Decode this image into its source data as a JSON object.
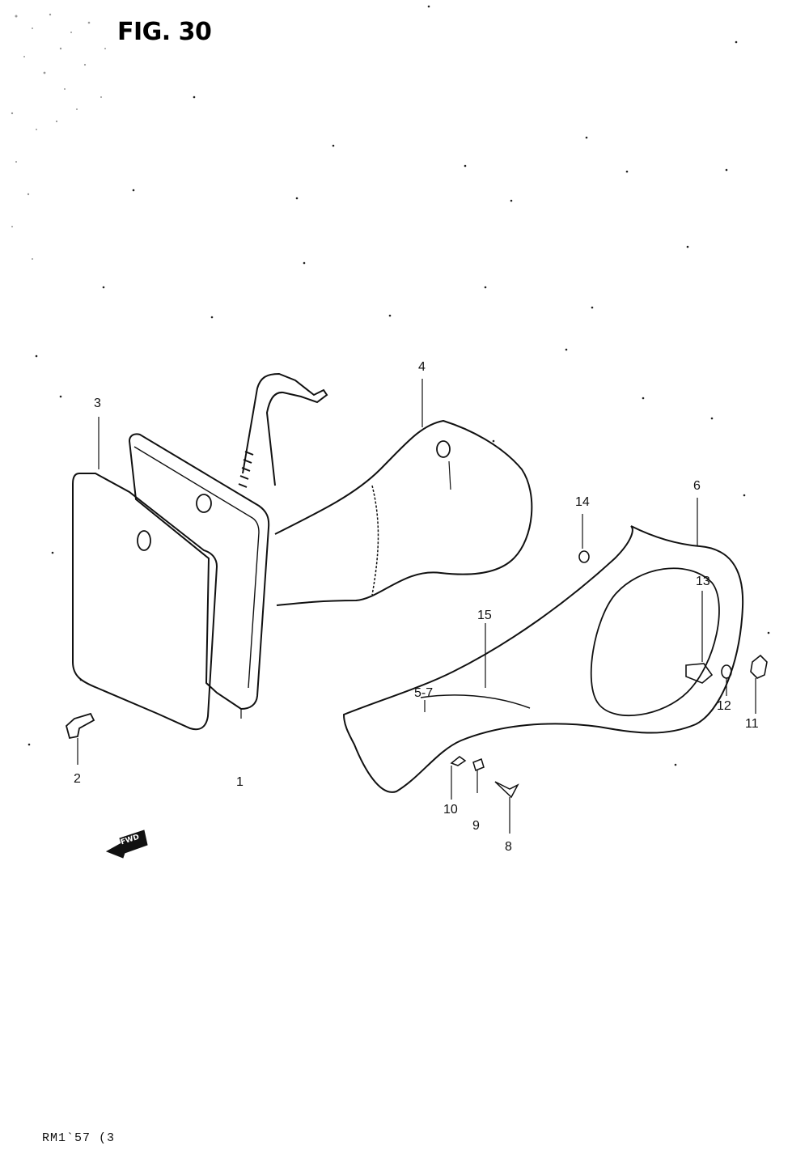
{
  "figure": {
    "title": "FIG. 30",
    "fwd_label": "FWD",
    "footer_code": "RM1`57 (3"
  },
  "callouts": [
    {
      "id": "1",
      "label": "1"
    },
    {
      "id": "2",
      "label": "2"
    },
    {
      "id": "3",
      "label": "3"
    },
    {
      "id": "4",
      "label": "4"
    },
    {
      "id": "5-7",
      "label": "5-7"
    },
    {
      "id": "6",
      "label": "6"
    },
    {
      "id": "8",
      "label": "8"
    },
    {
      "id": "9",
      "label": "9"
    },
    {
      "id": "10",
      "label": "10"
    },
    {
      "id": "11",
      "label": "11"
    },
    {
      "id": "12",
      "label": "12"
    },
    {
      "id": "13",
      "label": "13"
    },
    {
      "id": "14",
      "label": "14"
    },
    {
      "id": "15",
      "label": "15"
    }
  ],
  "colors": {
    "ink": "#111111",
    "paper": "#ffffff"
  }
}
